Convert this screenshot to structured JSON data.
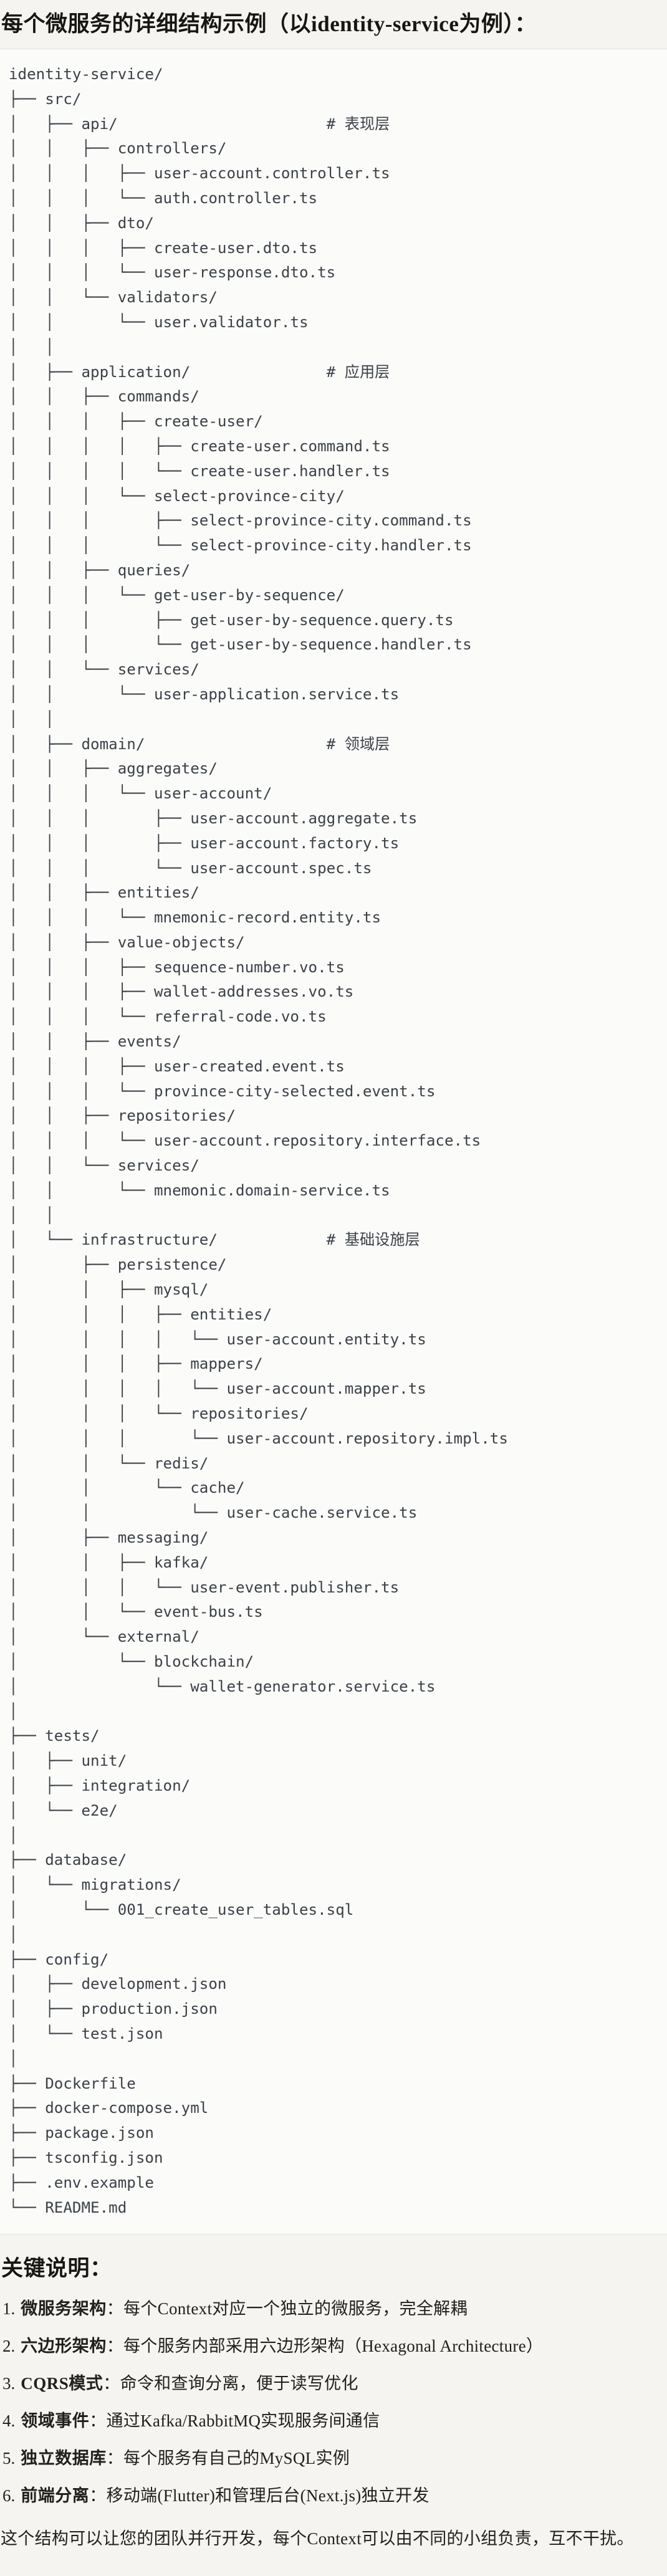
{
  "page": {
    "title": "每个微服务的详细结构示例（以identity-service为例）：",
    "notes_heading": "关键说明："
  },
  "colors": {
    "page_bg": "#f5f4f0",
    "code_bg": "#fbfbf9",
    "code_border": "#e3e2dd",
    "code_text": "#3b4148",
    "heading_text": "#171614",
    "body_text": "#21201e"
  },
  "tree": {
    "lines": [
      "identity-service/",
      "├── src/",
      "│   ├── api/                       # 表现层",
      "│   │   ├── controllers/",
      "│   │   │   ├── user-account.controller.ts",
      "│   │   │   └── auth.controller.ts",
      "│   │   ├── dto/",
      "│   │   │   ├── create-user.dto.ts",
      "│   │   │   └── user-response.dto.ts",
      "│   │   └── validators/",
      "│   │       └── user.validator.ts",
      "│   │",
      "│   ├── application/               # 应用层",
      "│   │   ├── commands/",
      "│   │   │   ├── create-user/",
      "│   │   │   │   ├── create-user.command.ts",
      "│   │   │   │   └── create-user.handler.ts",
      "│   │   │   └── select-province-city/",
      "│   │   │       ├── select-province-city.command.ts",
      "│   │   │       └── select-province-city.handler.ts",
      "│   │   ├── queries/",
      "│   │   │   └── get-user-by-sequence/",
      "│   │   │       ├── get-user-by-sequence.query.ts",
      "│   │   │       └── get-user-by-sequence.handler.ts",
      "│   │   └── services/",
      "│   │       └── user-application.service.ts",
      "│   │",
      "│   ├── domain/                    # 领域层",
      "│   │   ├── aggregates/",
      "│   │   │   └── user-account/",
      "│   │   │       ├── user-account.aggregate.ts",
      "│   │   │       ├── user-account.factory.ts",
      "│   │   │       └── user-account.spec.ts",
      "│   │   ├── entities/",
      "│   │   │   └── mnemonic-record.entity.ts",
      "│   │   ├── value-objects/",
      "│   │   │   ├── sequence-number.vo.ts",
      "│   │   │   ├── wallet-addresses.vo.ts",
      "│   │   │   └── referral-code.vo.ts",
      "│   │   ├── events/",
      "│   │   │   ├── user-created.event.ts",
      "│   │   │   └── province-city-selected.event.ts",
      "│   │   ├── repositories/",
      "│   │   │   └── user-account.repository.interface.ts",
      "│   │   └── services/",
      "│   │       └── mnemonic.domain-service.ts",
      "│   │",
      "│   └── infrastructure/            # 基础设施层",
      "│       ├── persistence/",
      "│       │   ├── mysql/",
      "│       │   │   ├── entities/",
      "│       │   │   │   └── user-account.entity.ts",
      "│       │   │   ├── mappers/",
      "│       │   │   │   └── user-account.mapper.ts",
      "│       │   │   └── repositories/",
      "│       │   │       └── user-account.repository.impl.ts",
      "│       │   └── redis/",
      "│       │       └── cache/",
      "│       │           └── user-cache.service.ts",
      "│       ├── messaging/",
      "│       │   ├── kafka/",
      "│       │   │   └── user-event.publisher.ts",
      "│       │   └── event-bus.ts",
      "│       └── external/",
      "│           └── blockchain/",
      "│               └── wallet-generator.service.ts",
      "│",
      "├── tests/",
      "│   ├── unit/",
      "│   ├── integration/",
      "│   └── e2e/",
      "│",
      "├── database/",
      "│   └── migrations/",
      "│       └── 001_create_user_tables.sql",
      "│",
      "├── config/",
      "│   ├── development.json",
      "│   ├── production.json",
      "│   └── test.json",
      "│",
      "├── Dockerfile",
      "├── docker-compose.yml",
      "├── package.json",
      "├── tsconfig.json",
      "├── .env.example",
      "└── README.md"
    ]
  },
  "notes": {
    "items": [
      {
        "num": "1.",
        "label": "微服务架构",
        "text": "：每个Context对应一个独立的微服务，完全解耦"
      },
      {
        "num": "2.",
        "label": "六边形架构",
        "text": "：每个服务内部采用六边形架构（Hexagonal Architecture）"
      },
      {
        "num": "3.",
        "label": "CQRS模式",
        "text": "：命令和查询分离，便于读写优化"
      },
      {
        "num": "4.",
        "label": "领域事件",
        "text": "：通过Kafka/RabbitMQ实现服务间通信"
      },
      {
        "num": "5.",
        "label": "独立数据库",
        "text": "：每个服务有自己的MySQL实例"
      },
      {
        "num": "6.",
        "label": "前端分离",
        "text": "：移动端(Flutter)和管理后台(Next.js)独立开发"
      }
    ],
    "closing": "这个结构可以让您的团队并行开发，每个Context可以由不同的小组负责，互不干扰。"
  }
}
